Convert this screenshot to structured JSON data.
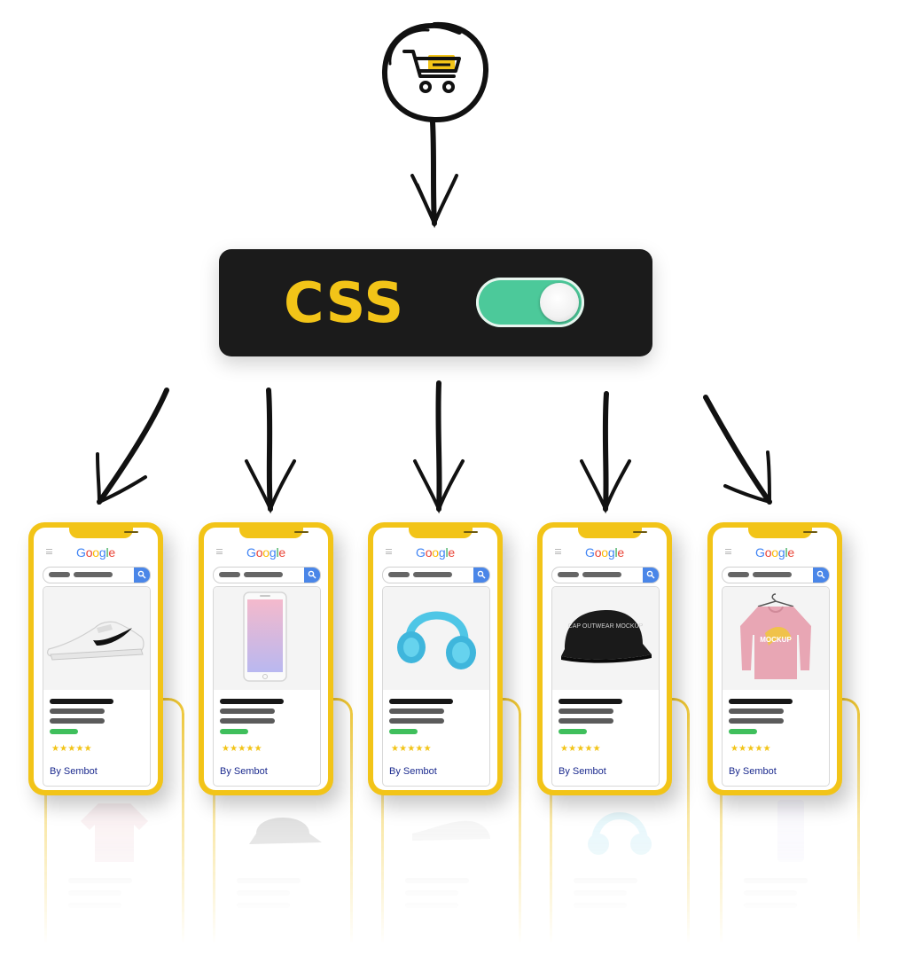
{
  "panel": {
    "label": "CSS",
    "toggle_state": "on",
    "toggle_color": "#4cc99a",
    "label_color": "#f2c418",
    "background": "#1b1b1b"
  },
  "cart_icon": "shopping-cart-icon",
  "phone_color": "#f2c418",
  "phones": [
    {
      "search_logo": "Google",
      "product": "sneaker",
      "rating_stars": "★★★★★",
      "credit": "By Sembot"
    },
    {
      "search_logo": "Google",
      "product": "smartphone",
      "rating_stars": "★★★★★",
      "credit": "By Sembot"
    },
    {
      "search_logo": "Google",
      "product": "headphones",
      "rating_stars": "★★★★★",
      "credit": "By Sembot"
    },
    {
      "search_logo": "Google",
      "product": "cap",
      "rating_stars": "★★★★★",
      "credit": "By Sembot"
    },
    {
      "search_logo": "Google",
      "product": "sweatshirt",
      "rating_stars": "★★★★★",
      "credit": "By Sembot"
    }
  ],
  "product_texts": {
    "cap_print": "CAP OUTWEAR MOCKUP",
    "sweatshirt_print": "MOCKUP"
  }
}
